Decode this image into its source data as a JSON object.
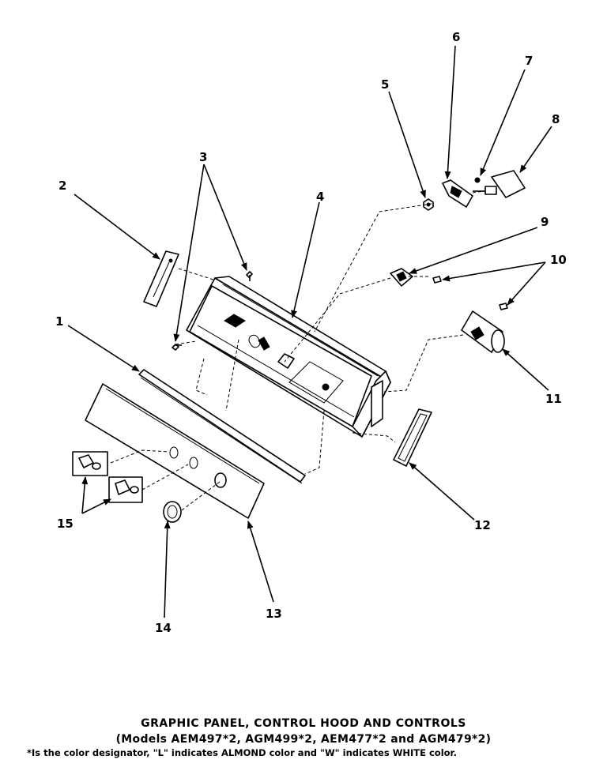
{
  "callouts": {
    "c1": "1",
    "c2": "2",
    "c3": "3",
    "c4": "4",
    "c5": "5",
    "c6": "6",
    "c7": "7",
    "c8": "8",
    "c9": "9",
    "c10": "10",
    "c11": "11",
    "c12": "12",
    "c13": "13",
    "c14": "14",
    "c15": "15"
  },
  "caption": {
    "title": "GRAPHIC PANEL, CONTROL HOOD AND CONTROLS",
    "models": "(Models AEM497*2, AGM499*2, AEM477*2 and AGM479*2)",
    "note": "*Is the color designator, \"L\" indicates ALMOND color and \"W\" indicates WHITE color."
  },
  "colors": {
    "ink": "#000000",
    "paper": "#ffffff"
  }
}
